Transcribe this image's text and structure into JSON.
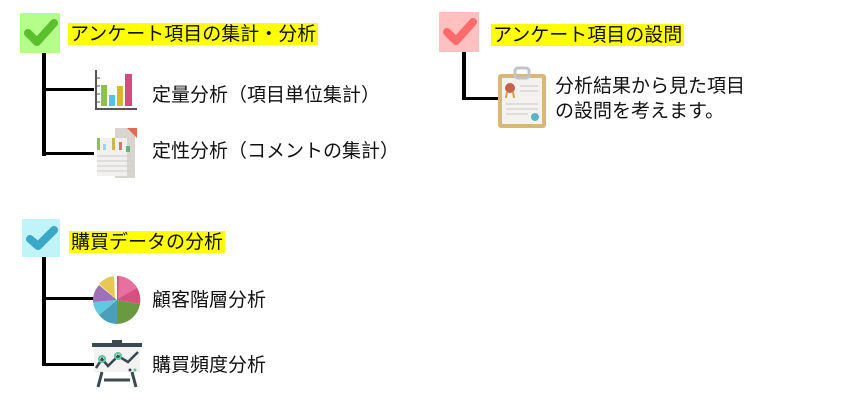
{
  "groups": [
    {
      "title": "アンケート項目の集計・分析",
      "check_bg": "#b3ff8a",
      "check_color": "#5bbf2e",
      "items": [
        {
          "label": "定量分析（項目単位集計）",
          "icon": "bar-chart-icon"
        },
        {
          "label": "定性分析（コメントの集計）",
          "icon": "report-document-icon"
        }
      ]
    },
    {
      "title": "アンケート項目の設問",
      "check_bg": "#ffc0c0",
      "check_color": "#ff6b6b",
      "items": [
        {
          "label_line1": "分析結果から見た項目",
          "label_line2": "の設問を考えます。",
          "icon": "clipboard-certificate-icon"
        }
      ]
    },
    {
      "title": "購買データの分析",
      "check_bg": "#c0f4f8",
      "check_color": "#3aa8c8",
      "items": [
        {
          "label": "顧客階層分析",
          "icon": "pie-chart-icon"
        },
        {
          "label": "購買頻度分析",
          "icon": "presentation-board-icon"
        }
      ]
    }
  ]
}
